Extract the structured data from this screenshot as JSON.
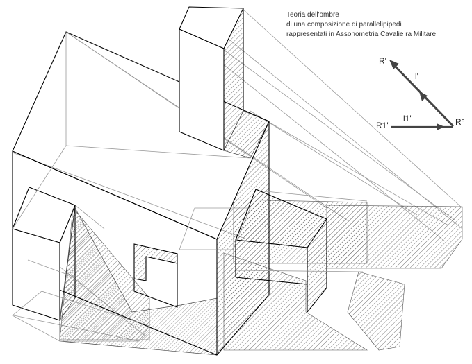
{
  "caption": {
    "line1": "Teoria dell'ombre",
    "line2": "di una composizione di parallelipipedi",
    "line3": "rappresentati in Assonometria Cavalie ra Militare"
  },
  "legend": {
    "r_prime": "R'",
    "l_prime": "l'",
    "l1_prime": "l1'",
    "r1_prime": "R1'",
    "r_degree": "R°"
  },
  "colors": {
    "line": "#000000",
    "construction": "#9a9a9a",
    "hatch": "#555555",
    "arrow": "#444444"
  }
}
